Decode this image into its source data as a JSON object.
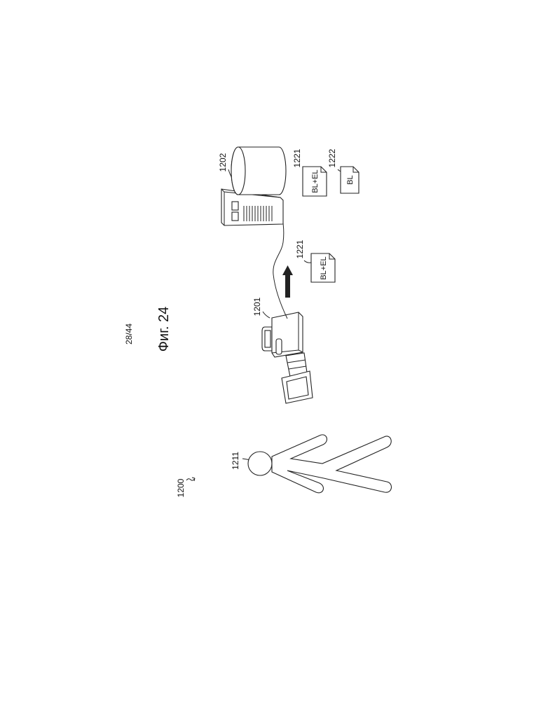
{
  "page_number": "28/44",
  "figure_title": "Фиг. 24",
  "system_label": "1200",
  "person": {
    "ref": "1211"
  },
  "camera": {
    "ref": "1201"
  },
  "server": {
    "ref": "1202"
  },
  "transfer": {
    "ref": "1221",
    "doc_label": "BL+EL"
  },
  "stored_files": [
    {
      "ref": "1221",
      "doc_label": "BL+EL"
    },
    {
      "ref": "1222",
      "doc_label": "BL"
    }
  ]
}
